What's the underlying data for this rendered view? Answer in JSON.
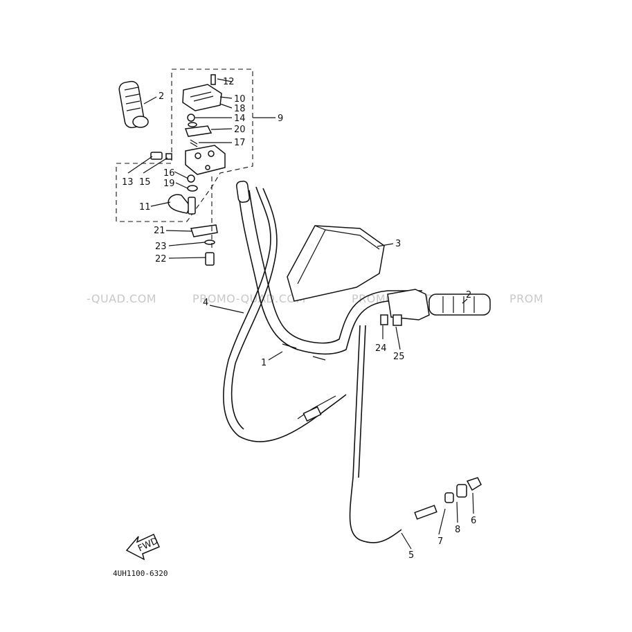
{
  "diagram": {
    "watermark": [
      "-QUAD.COM",
      "PROMO-QUAD.COM",
      "PROMO-QUAD.COM",
      "PROM"
    ],
    "part_code": "4UH1100-6320",
    "fwd_label": "FWD",
    "labels": {
      "l1": "1",
      "l2a": "2",
      "l2b": "2",
      "l3": "3",
      "l4": "4",
      "l5": "5",
      "l6": "6",
      "l7": "7",
      "l8": "8",
      "l9": "9",
      "l10": "10",
      "l11": "11",
      "l12": "12",
      "l13": "13",
      "l14": "14",
      "l15": "15",
      "l16": "16",
      "l17": "17",
      "l18": "18",
      "l19": "19",
      "l20": "20",
      "l21": "21",
      "l22": "22",
      "l23": "23",
      "l24": "24",
      "l25": "25"
    }
  }
}
